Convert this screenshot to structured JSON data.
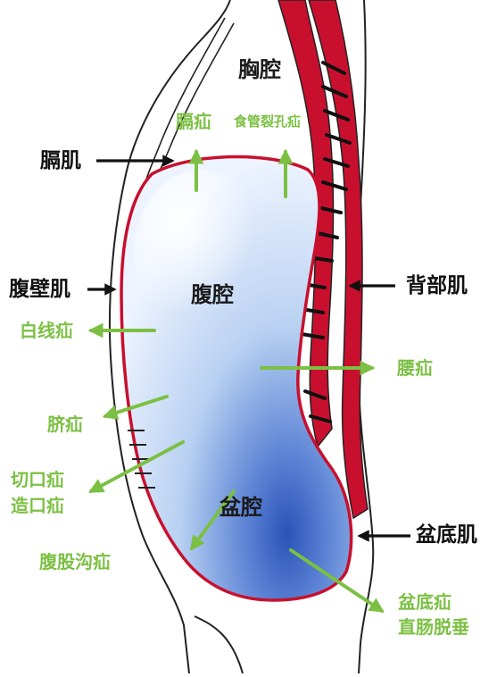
{
  "colors": {
    "green": "#7cc043",
    "muscle_red": "#c8102e",
    "outline": "#222222",
    "cavity_light": "#eaf2ff",
    "cavity_mid": "#b9d1f2",
    "cavity_dark": "#2a53b8"
  },
  "cavities": {
    "thoracic": "胸腔",
    "abdominal": "腹腔",
    "pelvic": "盆腔"
  },
  "muscles": {
    "diaphragm": "膈肌",
    "abdominal_wall": "腹壁肌",
    "back": "背部肌",
    "pelvic_floor": "盆底肌"
  },
  "hernias": {
    "diaphragmatic": "膈疝",
    "hiatal": "食管裂孔疝",
    "linea_alba": "白线疝",
    "lumbar": "腰疝",
    "umbilical": "脐疝",
    "incisional": "切口疝",
    "stoma": "造口疝",
    "inguinal": "腹股沟疝",
    "pelvic_floor": "盆底疝",
    "rectal_prolapse": "直肠脱垂"
  }
}
